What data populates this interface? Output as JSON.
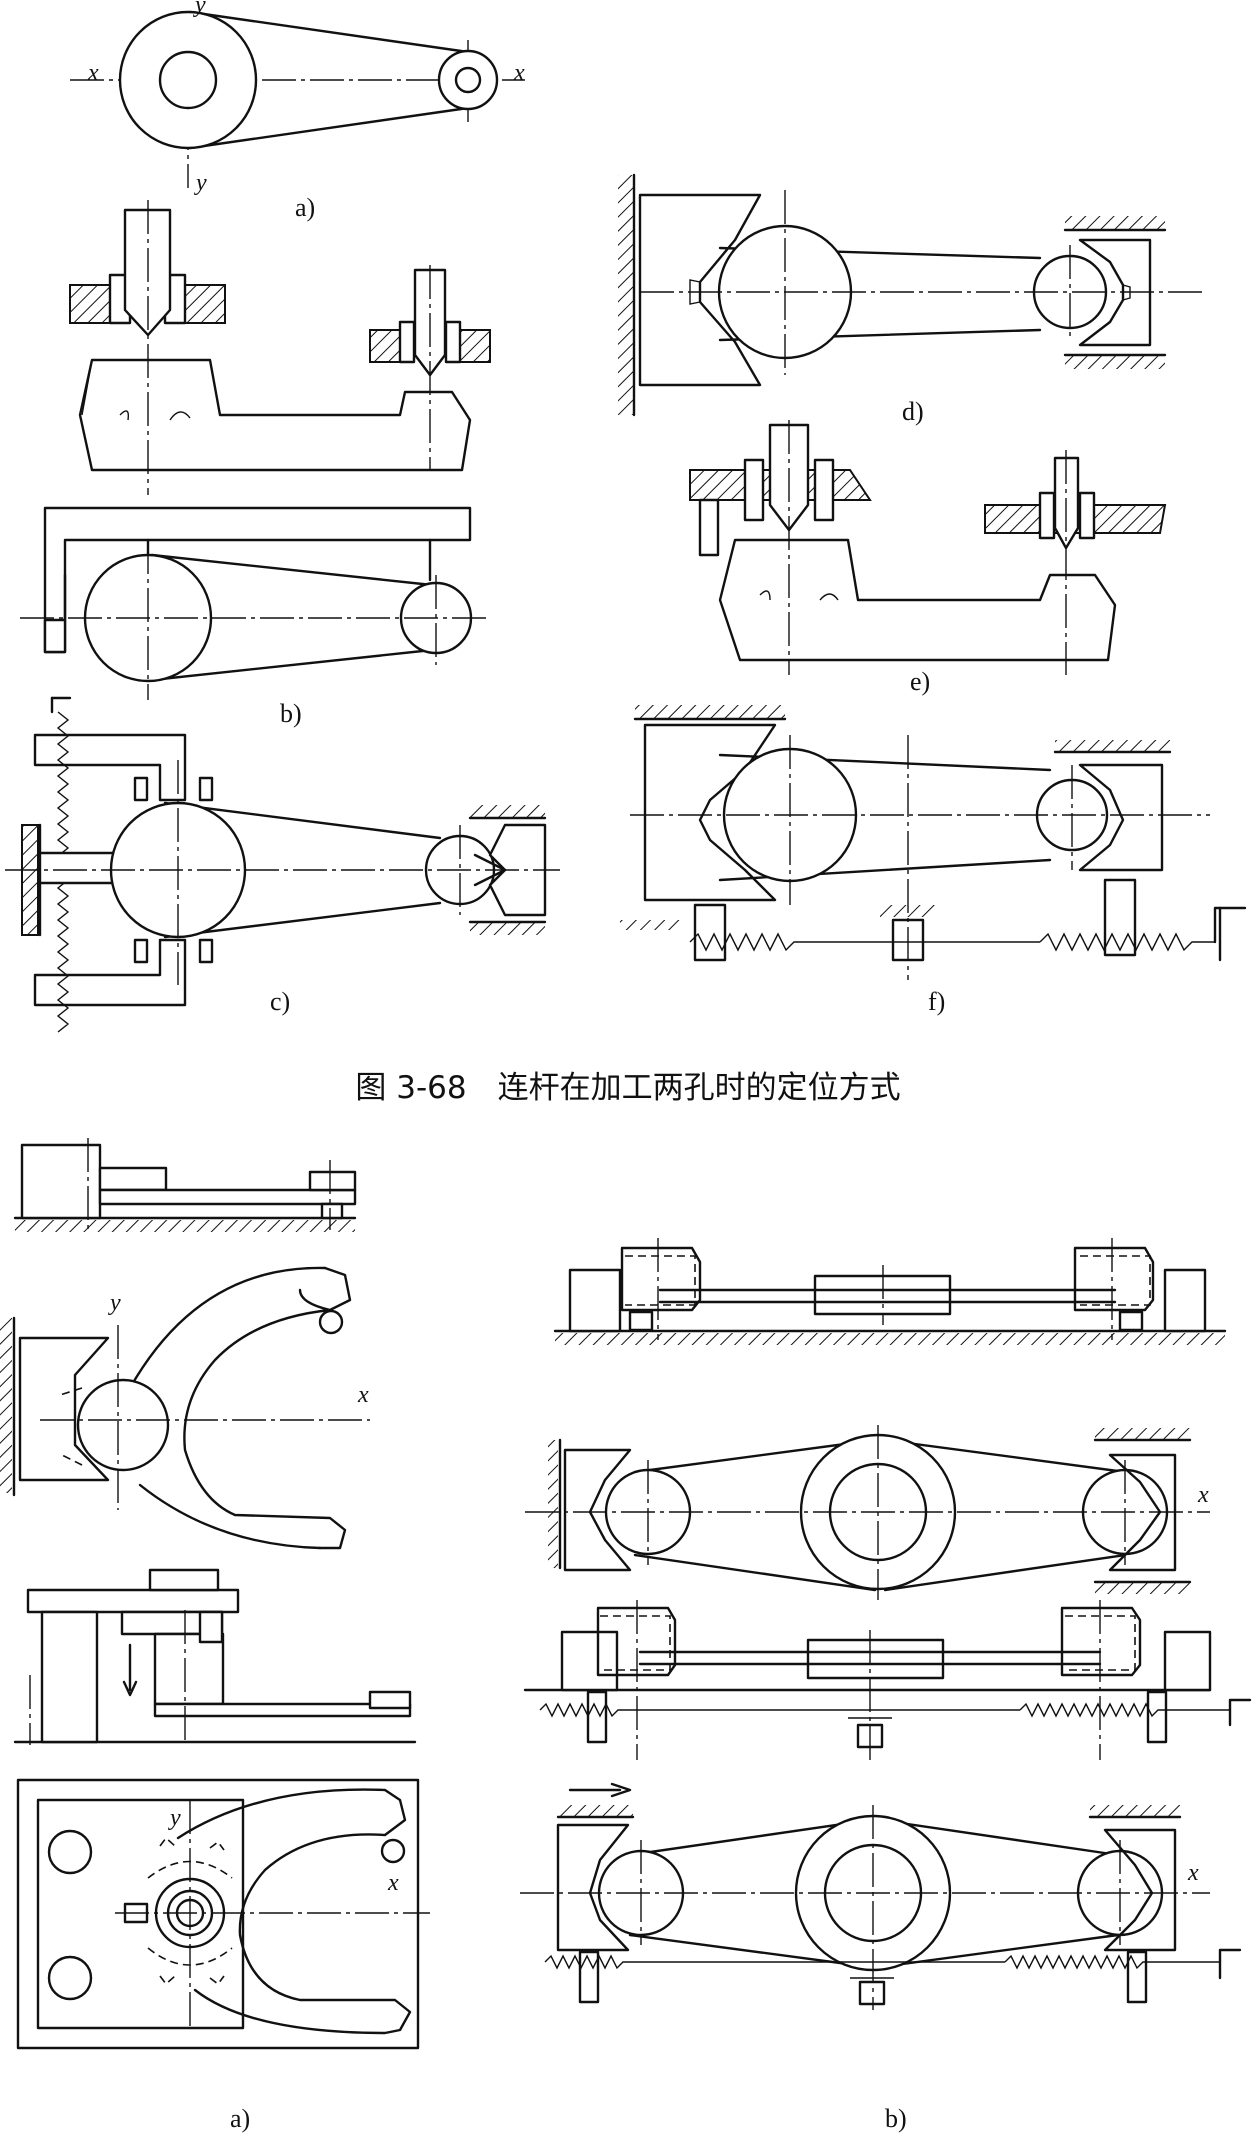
{
  "figure_caption": "图 3-68　连杆在加工两孔时的定位方式",
  "top_labels": [
    "a)",
    "b)",
    "c)",
    "d)",
    "e)",
    "f)"
  ],
  "bottom_labels": [
    "a)",
    "b)"
  ],
  "axis_labels": {
    "x": "x",
    "y": "y"
  }
}
